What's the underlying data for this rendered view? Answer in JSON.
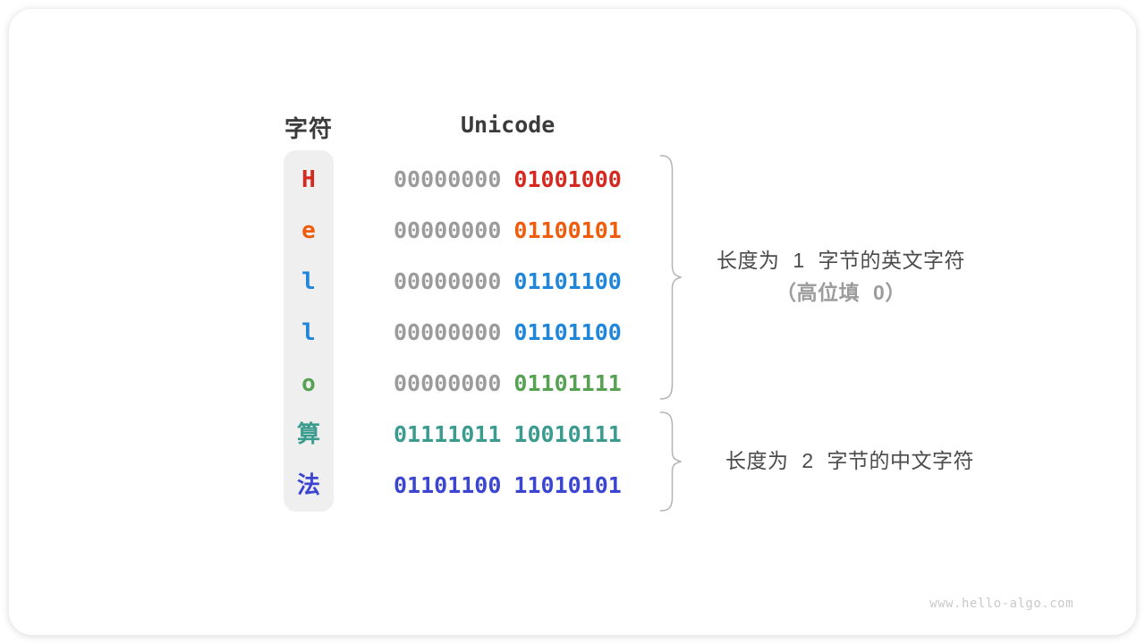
{
  "table": {
    "headers": {
      "char": "字符",
      "unicode": "Unicode"
    },
    "rows": [
      {
        "char": "H",
        "color": "#d6281e",
        "byte1": "00000000",
        "byte1_color": "#9b9b9b",
        "byte2": "01001000",
        "byte2_color": "#d6281e"
      },
      {
        "char": "e",
        "color": "#ee5c0c",
        "byte1": "00000000",
        "byte1_color": "#9b9b9b",
        "byte2": "01100101",
        "byte2_color": "#ee5c0c"
      },
      {
        "char": "l",
        "color": "#2086d9",
        "byte1": "00000000",
        "byte1_color": "#9b9b9b",
        "byte2": "01101100",
        "byte2_color": "#2086d9"
      },
      {
        "char": "l",
        "color": "#2086d9",
        "byte1": "00000000",
        "byte1_color": "#9b9b9b",
        "byte2": "01101100",
        "byte2_color": "#2086d9"
      },
      {
        "char": "o",
        "color": "#56a152",
        "byte1": "00000000",
        "byte1_color": "#9b9b9b",
        "byte2": "01101111",
        "byte2_color": "#56a152"
      },
      {
        "char": "算",
        "color": "#3a9b8e",
        "byte1": "01111011",
        "byte1_color": "#3a9b8e",
        "byte2": "10010111",
        "byte2_color": "#3a9b8e"
      },
      {
        "char": "法",
        "color": "#3b45d2",
        "byte1": "01101100",
        "byte1_color": "#3b45d2",
        "byte2": "11010101",
        "byte2_color": "#3b45d2"
      }
    ]
  },
  "annotations": [
    {
      "line1": "长度为 1 字节的英文字符",
      "line2": "（高位填 0）"
    },
    {
      "line1": "长度为 2 字节的中文字符"
    }
  ],
  "footer": {
    "watermark": "www.hello-algo.com"
  },
  "colors": {
    "header_text": "#3b3b3b",
    "gray_bits": "#9b9b9b",
    "column_bg": "#efefef",
    "brace_stroke": "#b3b3b3",
    "annotation_text": "#4b4b4b",
    "annotation_muted": "#9c9c9c",
    "watermark": "#c9c9c9"
  }
}
